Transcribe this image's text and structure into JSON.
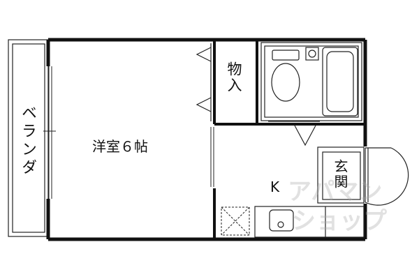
{
  "labels": {
    "veranda": "ベランダ",
    "western_room": "洋室６帖",
    "storage": "物入",
    "kitchen": "K",
    "entrance": "玄関"
  },
  "watermark": {
    "line1": "アパマン",
    "line2": "ショップ"
  },
  "colors": {
    "wall": "#111111",
    "line": "#222222",
    "watermark": "#aaaaaa"
  }
}
